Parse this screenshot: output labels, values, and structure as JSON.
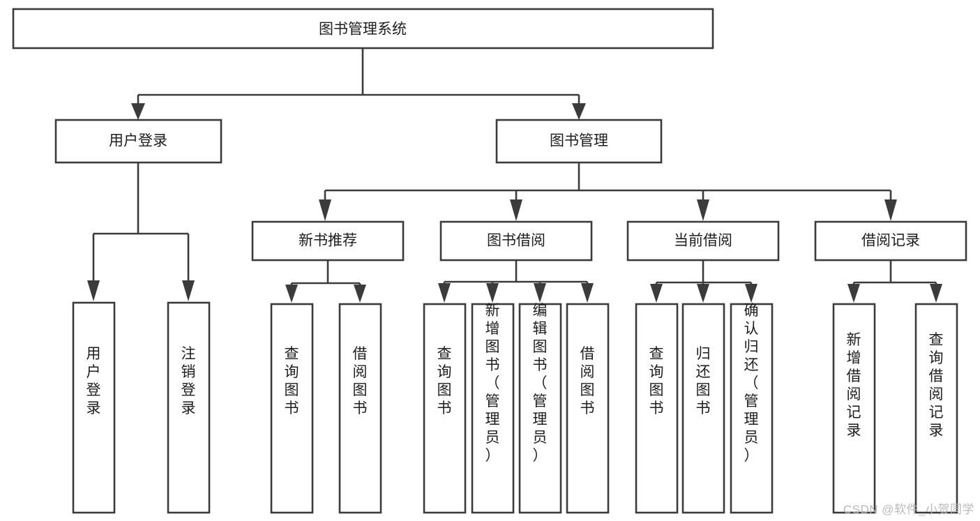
{
  "diagram": {
    "type": "tree-hierarchy-diagram",
    "title_node": {
      "id": "root",
      "label": "图书管理系统"
    },
    "level2": [
      {
        "id": "user-login",
        "label": "用户登录"
      },
      {
        "id": "book-management",
        "label": "图书管理"
      }
    ],
    "level3": [
      {
        "id": "new-book-recommend",
        "label": "新书推荐",
        "parent": "book-management"
      },
      {
        "id": "book-borrow",
        "label": "图书借阅",
        "parent": "book-management"
      },
      {
        "id": "current-borrow",
        "label": "当前借阅",
        "parent": "book-management"
      },
      {
        "id": "borrow-record",
        "label": "借阅记录",
        "parent": "book-management"
      }
    ],
    "leaves": [
      {
        "id": "leaf-user-login",
        "label": "用户登录",
        "parent": "user-login"
      },
      {
        "id": "leaf-logout-login",
        "label": "注销登录",
        "parent": "user-login"
      },
      {
        "id": "leaf-query-book-1",
        "label": "查询图书",
        "parent": "new-book-recommend"
      },
      {
        "id": "leaf-borrow-book-1",
        "label": "借阅图书",
        "parent": "new-book-recommend"
      },
      {
        "id": "leaf-query-book-2",
        "label": "查询图书",
        "parent": "book-borrow"
      },
      {
        "id": "leaf-add-book",
        "label": "新增图书（管理员）",
        "parent": "book-borrow"
      },
      {
        "id": "leaf-edit-book",
        "label": "编辑图书（管理员）",
        "parent": "book-borrow"
      },
      {
        "id": "leaf-borrow-book-2",
        "label": "借阅图书",
        "parent": "book-borrow"
      },
      {
        "id": "leaf-query-book-3",
        "label": "查询图书",
        "parent": "current-borrow"
      },
      {
        "id": "leaf-return-book",
        "label": "归还图书",
        "parent": "current-borrow"
      },
      {
        "id": "leaf-confirm-return",
        "label": "确认归还（管理员）",
        "parent": "current-borrow"
      },
      {
        "id": "leaf-add-record",
        "label": "新增借阅记录",
        "parent": "borrow-record"
      },
      {
        "id": "leaf-query-record",
        "label": "查询借阅记录",
        "parent": "borrow-record"
      }
    ],
    "colors": {
      "box_stroke": "#3b3b3b",
      "box_fill": "#ffffff",
      "text": "#1d1d1d",
      "connector": "#3b3b3b",
      "watermark": "#b9b9b9",
      "background": "#ffffff"
    }
  },
  "watermark": {
    "text": "CSDN @软件_小贺同学"
  }
}
